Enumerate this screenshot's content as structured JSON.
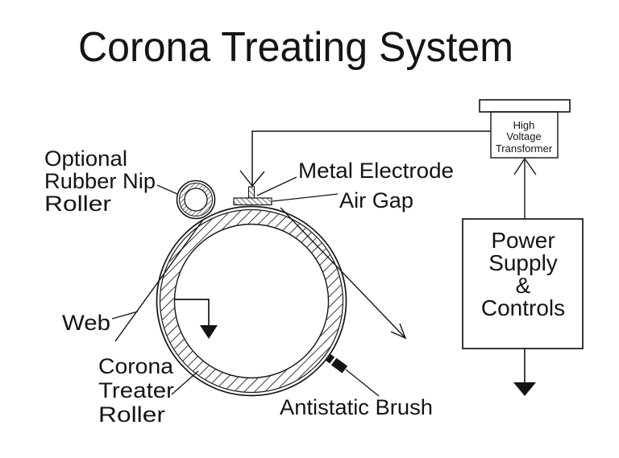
{
  "title": "Corona Treating System",
  "colors": {
    "ink": "#141414",
    "background": "#ffffff"
  },
  "labels": {
    "nip_roller": [
      "Optional",
      "Rubber Nip",
      "Roller"
    ],
    "metal_electrode": "Metal Electrode",
    "air_gap": "Air Gap",
    "web": "Web",
    "treater_roller": [
      "Corona",
      "Treater",
      "Roller"
    ],
    "antistatic_brush": "Antistatic Brush"
  },
  "components": {
    "transformer": [
      "High",
      "Voltage",
      "Transformer"
    ],
    "power_supply": [
      "Power",
      "Supply",
      "&",
      "Controls"
    ]
  }
}
